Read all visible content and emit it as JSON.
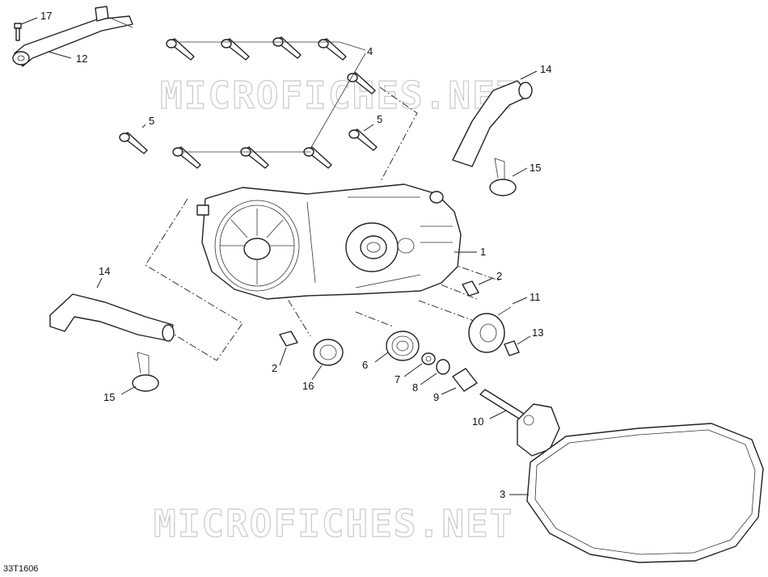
{
  "watermark": "MICROFICHES.NET",
  "figure_code": "33T1606",
  "callouts": [
    "17",
    "12",
    "4",
    "14",
    "5",
    "5",
    "15",
    "1",
    "2",
    "11",
    "13",
    "14",
    "6",
    "7",
    "8",
    "9",
    "2",
    "16",
    "15",
    "10",
    "3"
  ]
}
